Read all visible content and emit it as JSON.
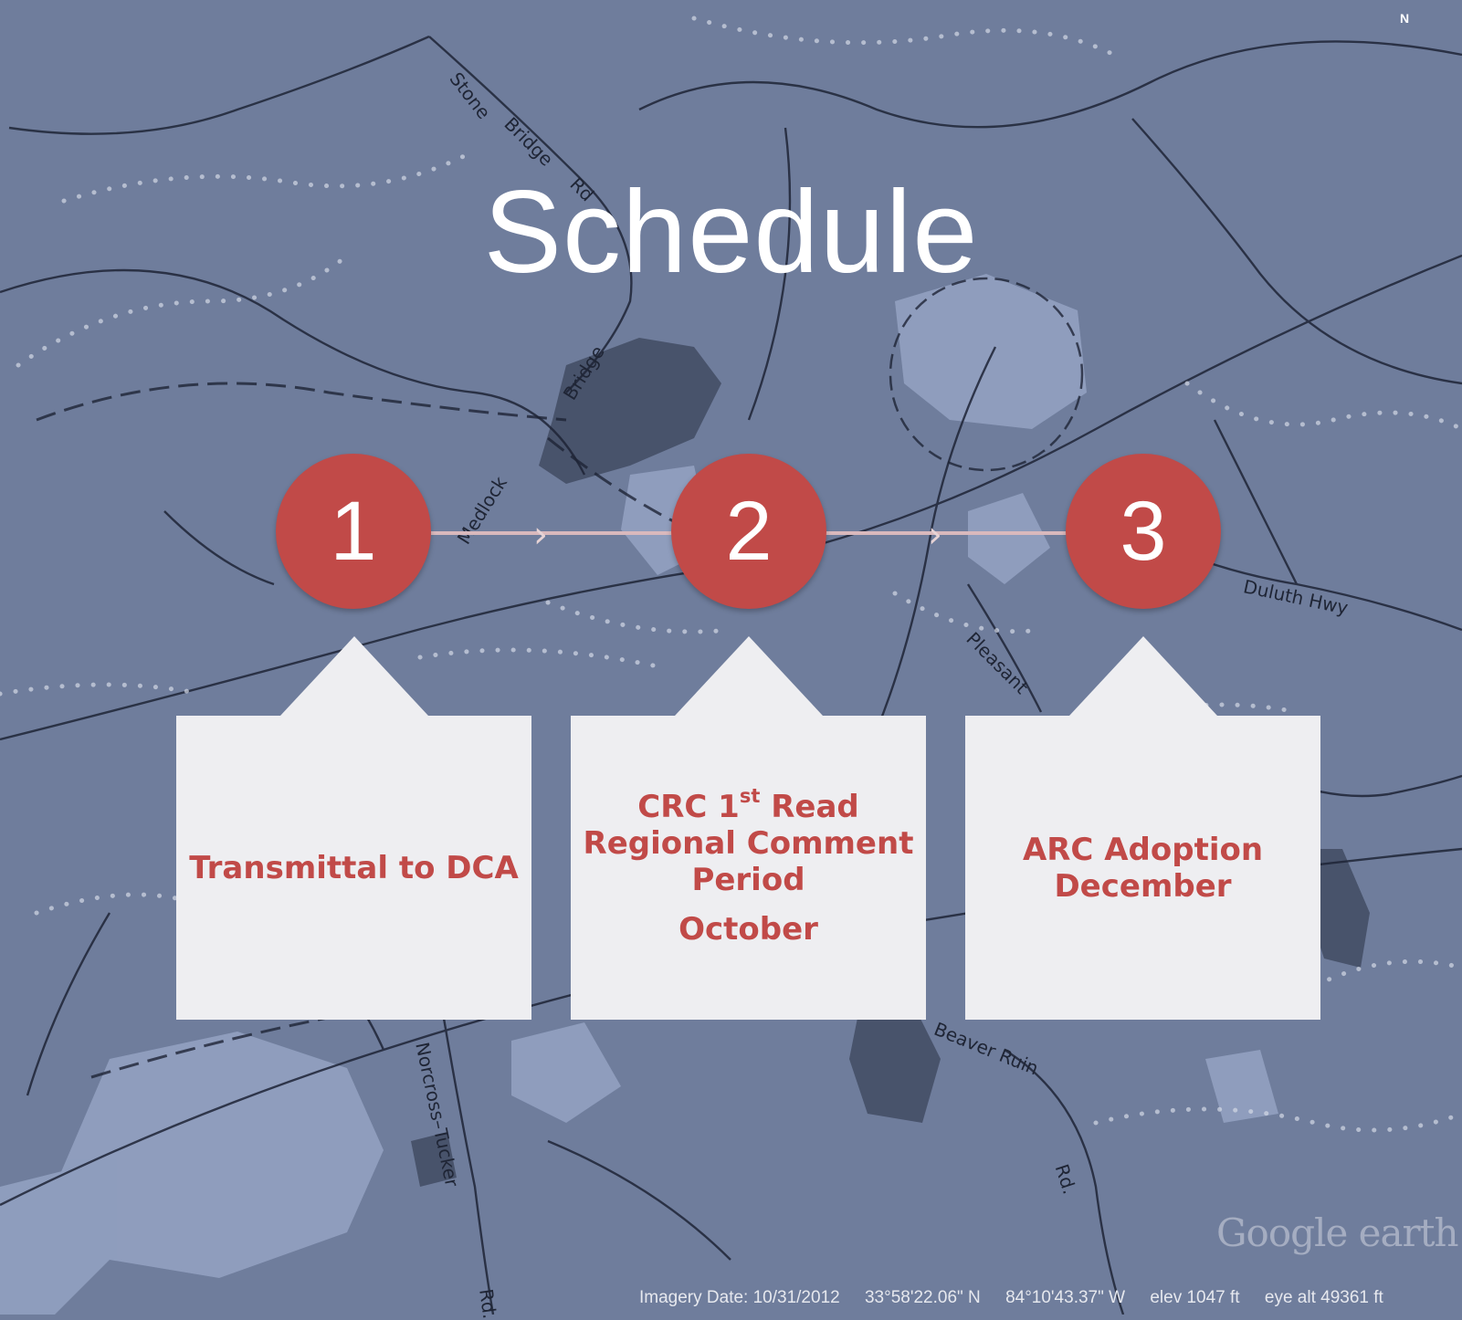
{
  "slide": {
    "title": "Schedule"
  },
  "map_labels": {
    "stone_bridge_rd_1": "Stone",
    "stone_bridge_rd_2": "Bridge",
    "stone_bridge_rd_3": "Rd",
    "bridge": "Bridge",
    "medlock": "Medlock",
    "duluth_hwy": "Duluth Hwy",
    "pleasant": "Pleasant",
    "beaver_ruin": "Beaver Ruin",
    "rd": "Rd.",
    "norcross_tucker": "Norcross–Tucker",
    "rd_bottom": "Rd."
  },
  "compass": "N",
  "watermark": "Google earth",
  "status_bar": {
    "imagery_date": "Imagery Date: 10/31/2012",
    "lat": "33°58'22.06\" N",
    "lon": "84°10'43.37\" W",
    "elev": "elev  1047 ft",
    "eye_alt": "eye alt  49361 ft"
  },
  "steps": [
    {
      "number": "1"
    },
    {
      "number": "2"
    },
    {
      "number": "3"
    }
  ],
  "cards": {
    "c1": {
      "line1": "Transmittal to DCA"
    },
    "c2": {
      "crc": "CRC 1",
      "sup": "st",
      "read": " Read",
      "line2": "Regional Comment",
      "line3": "Period",
      "line4": "October"
    },
    "c3": {
      "line1": "ARC Adoption",
      "line2": "December"
    }
  },
  "colors": {
    "background": "#6f7d9c",
    "accent": "#c14a48",
    "card": "#eeeef1",
    "road": "#1e2436",
    "connector": "#d9b9bd"
  }
}
